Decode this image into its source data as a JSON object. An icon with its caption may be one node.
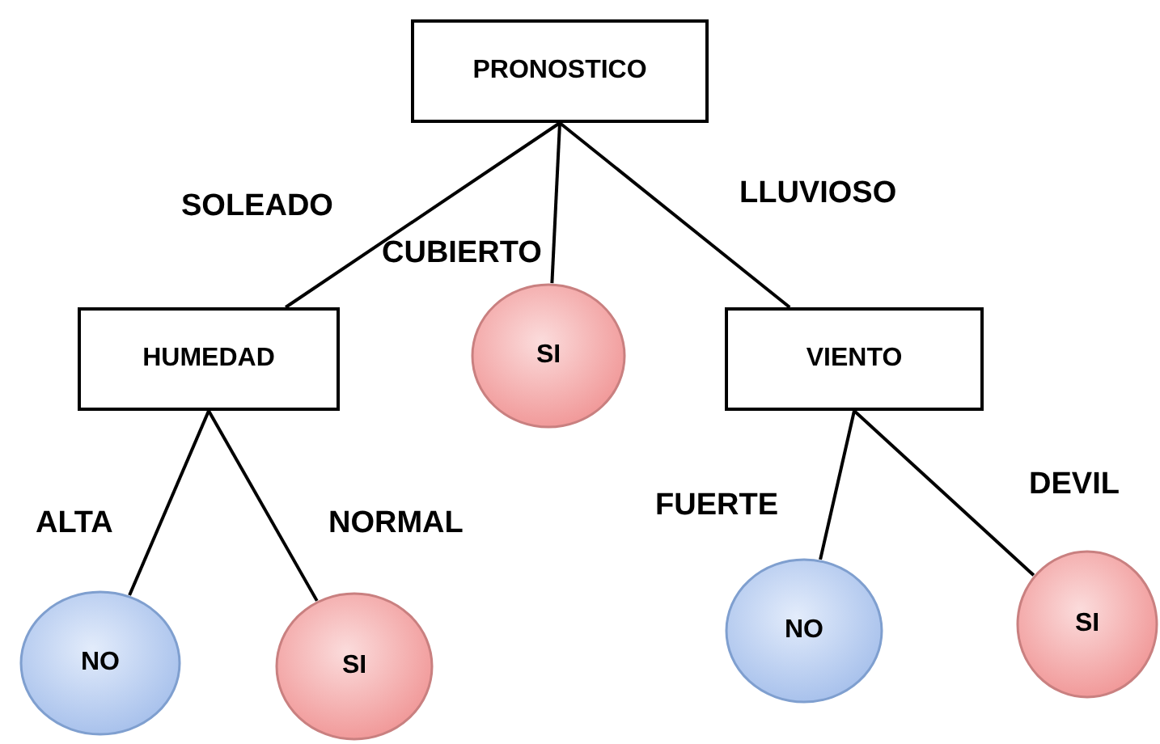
{
  "diagram": {
    "nodes": [
      {
        "text": [
          "PRONOSTICO"
        ]
      },
      {
        "text": [
          "HUMEDAD"
        ]
      },
      {
        "text": [
          "SI"
        ]
      },
      {
        "text": [
          "VIENTO"
        ]
      },
      {
        "text": [
          "NO"
        ]
      },
      {
        "text": [
          "SI"
        ]
      },
      {
        "text": [
          "NO"
        ]
      },
      {
        "text": [
          "SI"
        ]
      }
    ],
    "edges": [
      {
        "from": 0,
        "to": 1,
        "arrow": "none",
        "label": "SOLEADO"
      },
      {
        "from": 0,
        "to": 2,
        "arrow": "none",
        "label": "CUBIERTO"
      },
      {
        "from": 0,
        "to": 3,
        "arrow": "none",
        "label": "LLUVIOSO"
      },
      {
        "from": 1,
        "to": 4,
        "arrow": "none",
        "label": "ALTA"
      },
      {
        "from": 1,
        "to": 5,
        "arrow": "none",
        "label": "NORMAL"
      },
      {
        "from": 3,
        "to": 6,
        "arrow": "none",
        "label": "FUERTE"
      },
      {
        "from": 3,
        "to": 7,
        "arrow": "none",
        "label": "DEVIL"
      }
    ]
  }
}
